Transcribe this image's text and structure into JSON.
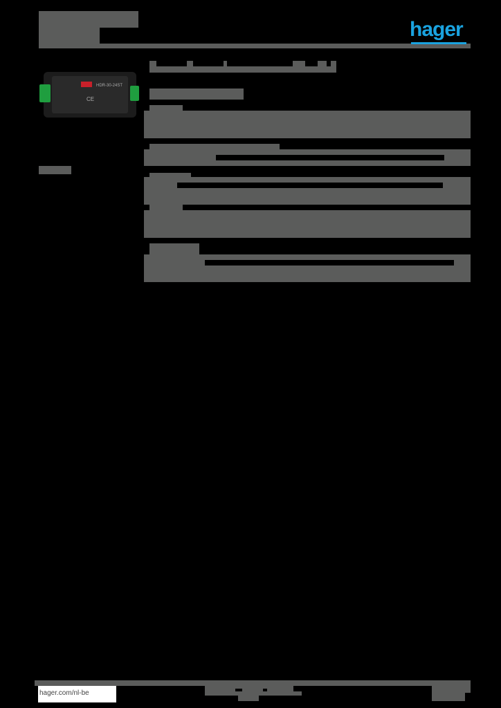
{
  "header": {
    "brand_logo": "hager",
    "brand_color": "#1aa3e0",
    "redaction_color": "#5b5c5b"
  },
  "product": {
    "image": "power-supply-module-photo",
    "image_label": "HDR-30-24ST"
  },
  "footer": {
    "url": "hager.com/nl-be"
  }
}
